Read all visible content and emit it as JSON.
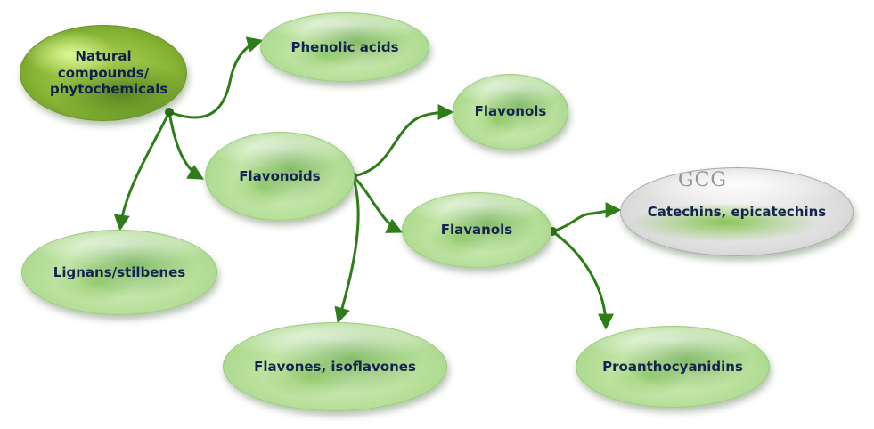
{
  "nodes": {
    "natural": "Natural compounds/ phytochemicals",
    "phenolic": "Phenolic acids",
    "flavonoids": "Flavonoids",
    "flavonols": "Flavonols",
    "flavanols": "Flavanols",
    "catechins": "Catechins, epicatechins",
    "catechins_watermark": "GCG",
    "lignans": "Lignans/stilbenes",
    "flavones": "Flavones, isoflavones",
    "proanthocyanidins": "Proanthocyanidins"
  },
  "colors": {
    "connector": "#2e7d18",
    "text": "#14234f"
  }
}
